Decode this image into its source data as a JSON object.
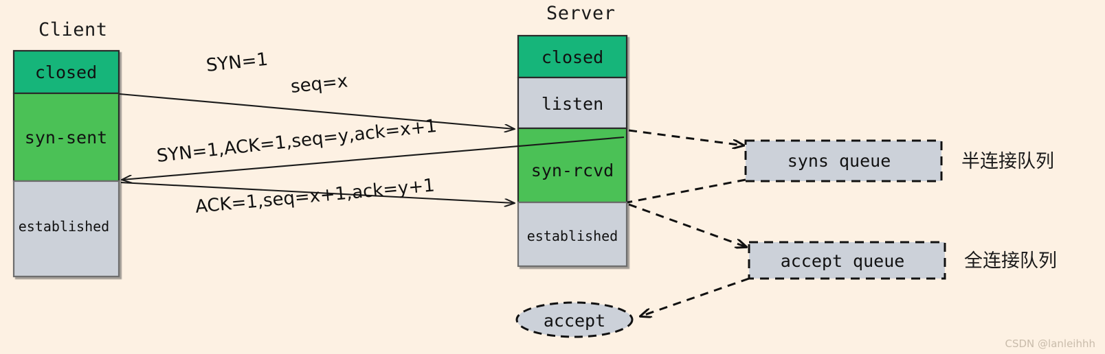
{
  "diagram": {
    "title_client": "Client",
    "title_server": "Server",
    "background_color": "#fdf1e3",
    "colors": {
      "teal": "#14b57a",
      "green": "#4cc156",
      "gray": "#ccd1d9",
      "stroke": "#2b2b2b",
      "text": "#111111"
    }
  },
  "client": {
    "label": "Client",
    "states": [
      {
        "name": "closed",
        "fill": "#14b57a",
        "text_color": "#111111",
        "font_size": 25
      },
      {
        "name": "syn-sent",
        "fill": "#4cc156",
        "text_color": "#111111",
        "font_size": 25
      },
      {
        "name": "established",
        "fill": "#ccd1d9",
        "text_color": "#4a4a4a",
        "font_size": 20
      }
    ]
  },
  "server": {
    "label": "Server",
    "states": [
      {
        "name": "closed",
        "fill": "#14b57a",
        "text_color": "#111111",
        "font_size": 25
      },
      {
        "name": "listen",
        "fill": "#ccd1d9",
        "text_color": "#111111",
        "font_size": 25
      },
      {
        "name": "syn-rcvd",
        "fill": "#4cc156",
        "text_color": "#111111",
        "font_size": 25
      },
      {
        "name": "established",
        "fill": "#ccd1d9",
        "text_color": "#4a4a4a",
        "font_size": 20
      }
    ]
  },
  "messages": [
    {
      "id": "syn",
      "text": "SYN=1",
      "direction": "client-to-server"
    },
    {
      "id": "seq",
      "text": "seq=x",
      "direction": "client-to-server"
    },
    {
      "id": "synack",
      "text": "SYN=1,ACK=1,seq=y,ack=x+1",
      "direction": "server-to-client"
    },
    {
      "id": "ack",
      "text": "ACK=1,seq=x+1,ack=y+1",
      "direction": "client-to-server"
    }
  ],
  "queues": [
    {
      "id": "syns-queue",
      "label": "syns queue",
      "annotation": "半连接队列",
      "fill": "#ccd1d9"
    },
    {
      "id": "accept-queue",
      "label": "accept queue",
      "annotation": "全连接队列",
      "fill": "#ccd1d9"
    }
  ],
  "accept_node": {
    "label": "accept",
    "fill": "#ccd1d9"
  },
  "watermark": {
    "text": "CSDN @lanleihhh"
  }
}
